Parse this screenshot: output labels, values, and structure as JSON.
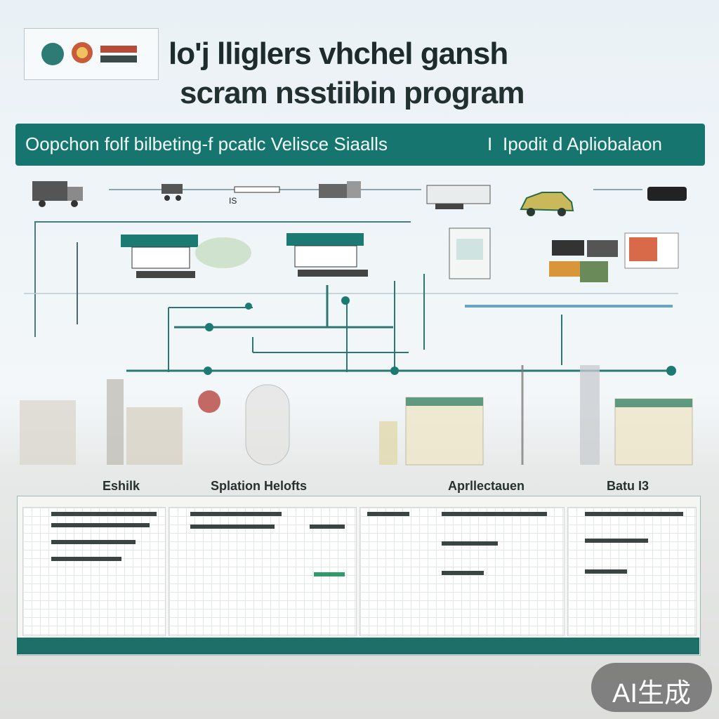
{
  "header": {
    "title_line1": "lo'j lliglers vhchel gansh",
    "title_line2": "scram nsstiibin program"
  },
  "banner": {
    "left_text": "Oopchon folf bilbeting-f pcatlc Velisce Siaalls",
    "separator": "I",
    "right_text": "Ipodit d Apliobalaon"
  },
  "flow": {
    "marker_label": "IS"
  },
  "lower_panel": {
    "columns": [
      {
        "label": "Eshilk"
      },
      {
        "label": "Splation Helofts"
      },
      {
        "label": "Aprllectauen"
      },
      {
        "label": "Batu I3"
      }
    ]
  },
  "watermark": {
    "text": "AI生成"
  },
  "colors": {
    "teal": "#16766f",
    "dark_teal": "#1d6f67",
    "text_dark": "#1d2b2c"
  }
}
